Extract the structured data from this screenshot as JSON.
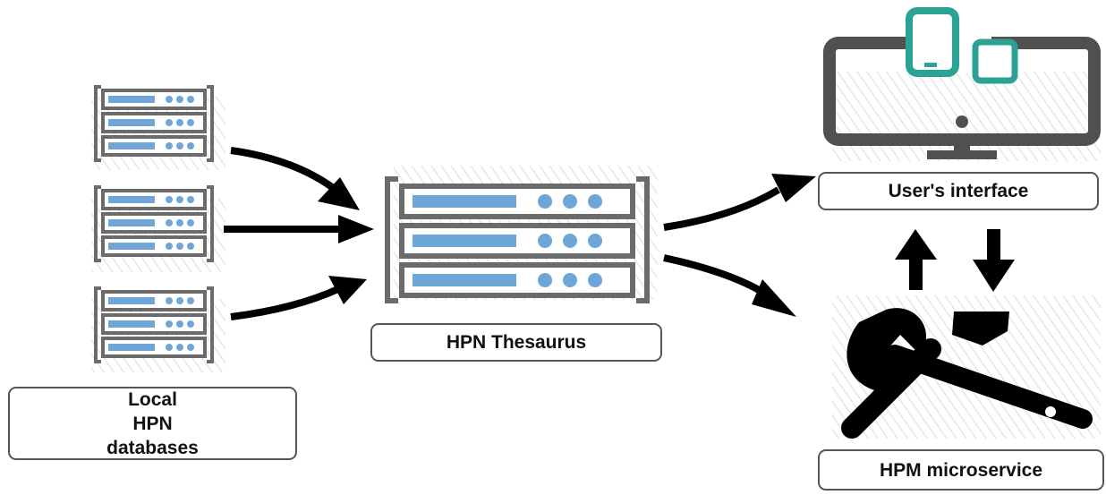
{
  "nodes": {
    "local_databases": {
      "lines": [
        "Local",
        "HPN",
        "databases"
      ]
    },
    "thesaurus": {
      "label": "HPN Thesaurus"
    },
    "user_interface": {
      "label": "User's interface"
    },
    "microservice": {
      "label": "HPM microservice"
    }
  },
  "icons": {
    "local_db_1": "server-rack-icon",
    "local_db_2": "server-rack-icon",
    "local_db_3": "server-rack-icon",
    "thesaurus": "server-rack-icon",
    "user_interface": "monitor-with-devices-icon",
    "microservice": "wrench-hammer-tools-icon"
  },
  "colors": {
    "server_frame": "#6b6b6b",
    "server_bar": "#6ea6d8",
    "device_outline": "#2aa394",
    "monitor": "#505050",
    "arrows": "#000000"
  }
}
